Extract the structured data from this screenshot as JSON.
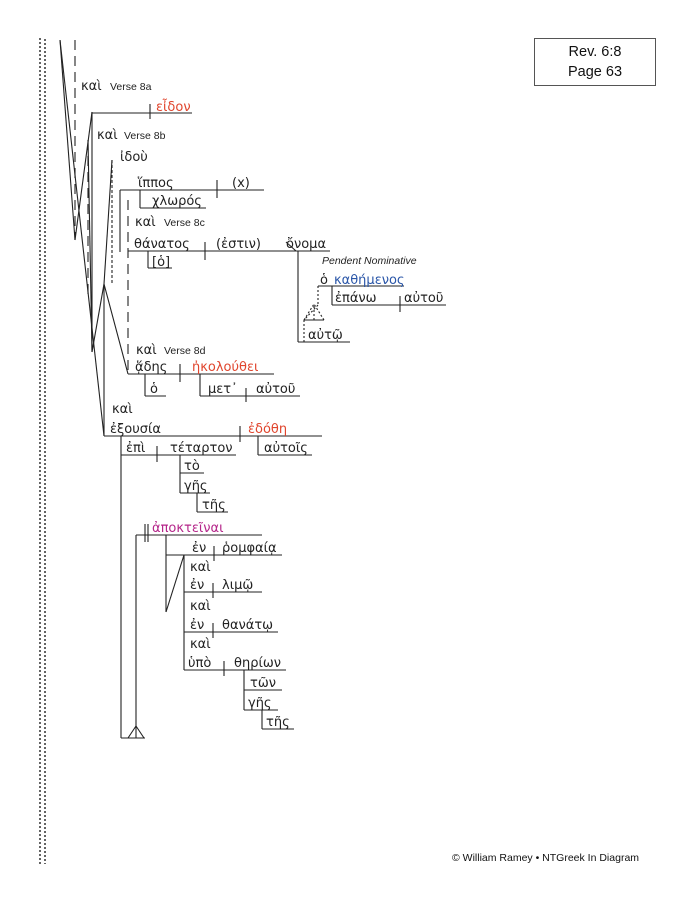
{
  "reference": {
    "line1": "Rev. 6:8",
    "line2": "Page 63"
  },
  "footer": "© William Ramey • NTGreek In Diagram",
  "colors": {
    "black": "#222222",
    "red": "#e0452d",
    "blue": "#2a56a8",
    "magenta": "#b5268a",
    "annotation": "#222222"
  },
  "labels": {
    "kai_8a": "καὶ",
    "verse_8a": "Verse 8a",
    "eidon": "εἶδον",
    "kai_8b": "καὶ",
    "verse_8b": "Verse 8b",
    "idou": "ἰδοὺ",
    "hippos": "ἵππος",
    "x_implied": "(x)",
    "chloros": "χλωρός",
    "kai_8c": "καὶ",
    "verse_8c": "Verse 8c",
    "thanatos": "θάνατος",
    "estin": "(ἐστιν)",
    "onoma": "ὄνομα",
    "ho_article": "[ὁ]",
    "pendent": "Pendent Nominative",
    "ho_kathemenos_ho": "ὁ",
    "kathemenos": "καθήμενος",
    "epano": "ἐπάνω",
    "autou_1": "αὐτοῦ",
    "auto": "αὐτῷ",
    "kai_8d": "καὶ",
    "verse_8d": "Verse 8d",
    "hades": "ᾅδης",
    "ekolouthei": "ἠκολούθει",
    "ho_2": "ὁ",
    "met": "μετ᾽",
    "autou_2": "αὐτοῦ",
    "kai_main": "καὶ",
    "exousia": "ἐξουσία",
    "edothe": "ἐδόθη",
    "epi": "ἐπὶ",
    "tetarton": "τέταρτον",
    "autois": "αὐτοῖς",
    "to": "τὸ",
    "ges_1": "γῆς",
    "tes_1": "τῆς",
    "apokteinai": "ἀποκτεῖναι",
    "en_1": "ἐν",
    "romphaia": "ῥομφαίᾳ",
    "kai_c1": "καὶ",
    "en_2": "ἐν",
    "limo": "λιμῷ",
    "kai_c2": "καὶ",
    "en_3": "ἐν",
    "thanato": "θανάτῳ",
    "kai_c3": "καὶ",
    "hypo": "ὑπὸ",
    "therion": "θηρίων",
    "ton": "τῶν",
    "ges_2": "γῆς",
    "tes_2": "τῆς"
  }
}
